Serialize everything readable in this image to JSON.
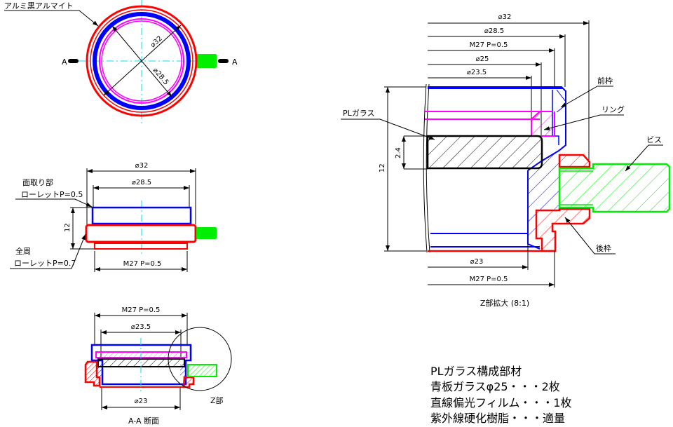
{
  "colors": {
    "red": "#ff0000",
    "blue": "#0000ff",
    "magenta": "#ff00ff",
    "green": "#00ee00",
    "centerline": "#00e0ff"
  },
  "top_view": {
    "material_label": "アルミ黒アルマイト",
    "section_mark": "A",
    "dia_outer": "⌀32",
    "dia_inner": "⌀28.5"
  },
  "side_view": {
    "dia_outer": "⌀32",
    "dia_inner": "⌀28.5",
    "height": "12",
    "thread": "M27 P=0.5",
    "note1_line1": "面取り部",
    "note1_line2": "ローレットP=0.5",
    "note2_line1": "全周",
    "note2_line2": "ローレットP=0.7"
  },
  "section_view": {
    "thread": "M27 P=0.5",
    "dia_top": "⌀23.5",
    "dia_bottom": "⌀23",
    "detail_label": "Z部",
    "title": "A-A 断面"
  },
  "detail_view": {
    "dims": [
      "⌀32",
      "⌀28.5",
      "M27 P=0.5",
      "⌀25",
      "⌀23.5"
    ],
    "height": "12",
    "glass_thickness": "2.4",
    "dia_bottom": "⌀23",
    "thread_bottom": "M27 P=0.5",
    "title": "Z部拡大 (8:1)",
    "labels": {
      "front_frame": "前枠",
      "ring": "リング",
      "screw": "ビス",
      "rear_frame": "後枠",
      "pl_glass": "PLガラス"
    }
  },
  "parts_note": {
    "title": "PLガラス構成部材",
    "lines": [
      "青板ガラスφ25・・・2枚",
      "直線偏光フィルム・・・1枚",
      "紫外線硬化樹脂・・・適量"
    ]
  }
}
